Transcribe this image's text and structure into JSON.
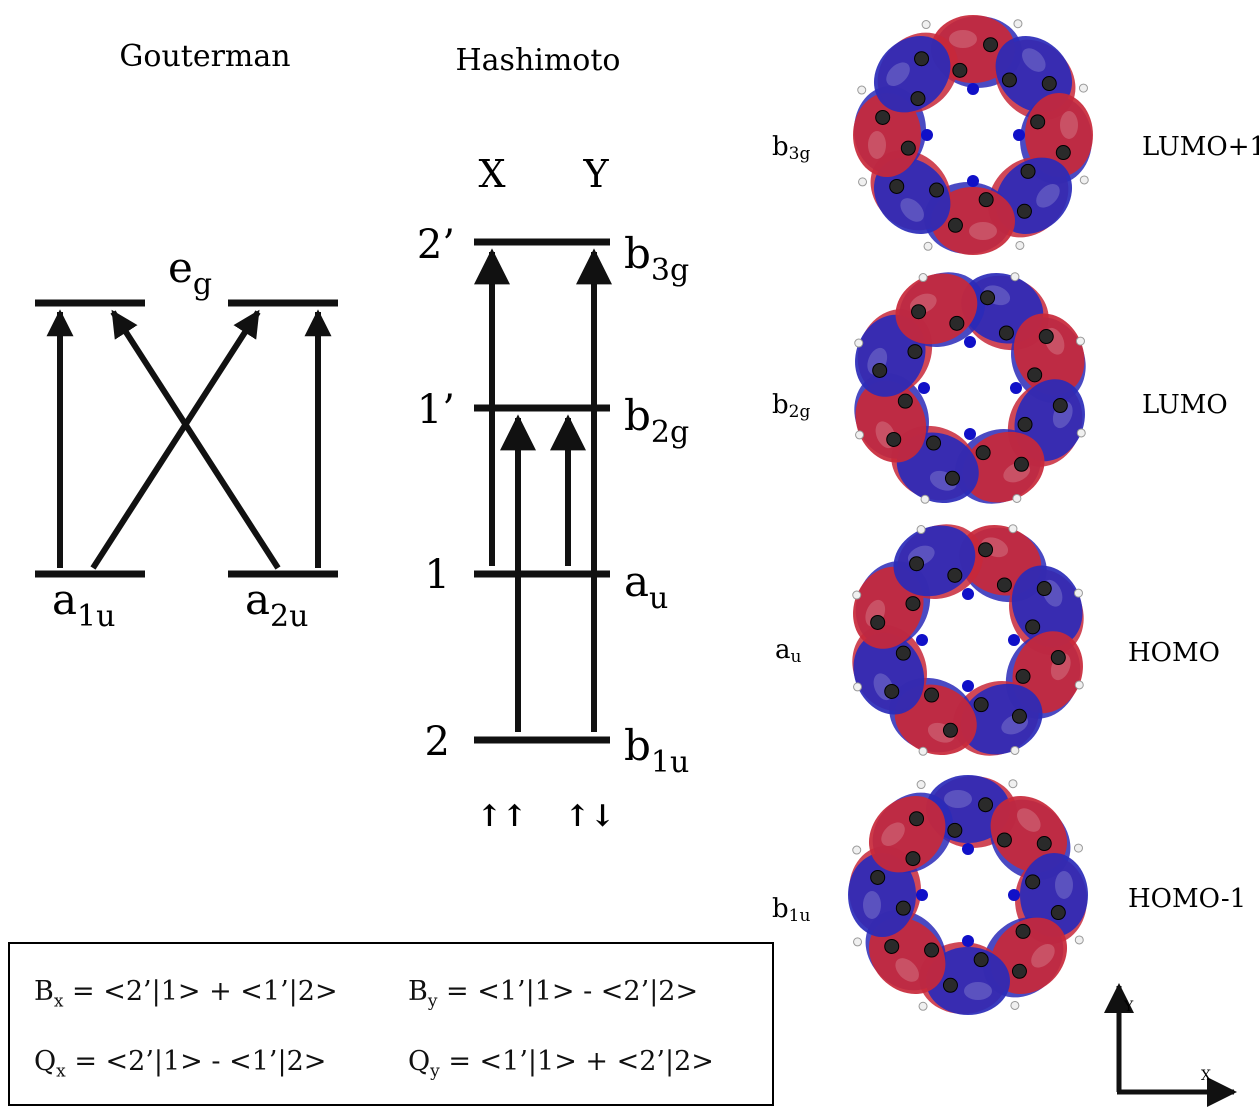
{
  "gouterman": {
    "title": "Gouterman",
    "eg_main": "e",
    "eg_sub": "g",
    "a1u_main": "a",
    "a1u_sub": "1u",
    "a2u_main": "a",
    "a2u_sub": "2u"
  },
  "hashimoto": {
    "title": "Hashimoto",
    "col_x": "X",
    "col_y": "Y",
    "level_labels": [
      "2’",
      "1’",
      "1",
      "2"
    ],
    "sym_main": [
      "b",
      "b",
      "a",
      "b"
    ],
    "sym_sub": [
      "3g",
      "2g",
      "u",
      "1u"
    ],
    "spin_x": "↑↑",
    "spin_y": "↑↓"
  },
  "orbitals": [
    {
      "sym_main": "b",
      "sym_sub": "3g",
      "name": "LUMO+1"
    },
    {
      "sym_main": "b",
      "sym_sub": "2g",
      "name": "LUMO"
    },
    {
      "sym_main": "a",
      "sym_sub": "u",
      "name": "HOMO"
    },
    {
      "sym_main": "b",
      "sym_sub": "1u",
      "name": "HOMO-1"
    }
  ],
  "axes": {
    "y": "Y",
    "x": "X"
  },
  "equations": {
    "bx_main": "B",
    "bx_sub": "x",
    "bx_rhs": " = <2’|1> + <1’|2>",
    "by_main": "B",
    "by_sub": "y",
    "by_rhs": " = <1’|1> - <2’|2>",
    "qx_main": "Q",
    "qx_sub": "x",
    "qx_rhs": " = <2’|1> - <1’|2>",
    "qy_main": "Q",
    "qy_sub": "y",
    "qy_rhs": " = <1’|1> + <2’|2>"
  },
  "colors": {
    "lobe_red": "#c8283a",
    "lobe_blue": "#2a2ab8",
    "atom": "#2a2a2a",
    "nitrogen": "#1010c8"
  }
}
